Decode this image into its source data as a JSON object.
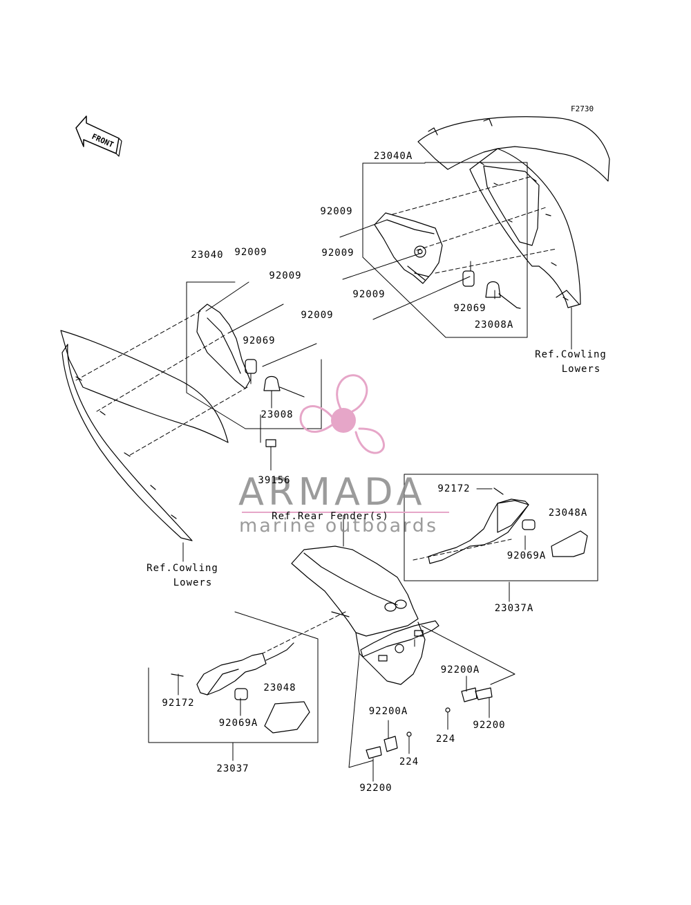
{
  "figure_id": "F2730",
  "front_label": "FRONT",
  "watermark": {
    "name": "ARMADA",
    "subtitle": "marine outboards",
    "accent_color": "#e6a6c8",
    "text_color": "#8a8a8a"
  },
  "parts": {
    "p23040A": "23040A",
    "p92009_ra": "92009",
    "p92009_rb": "92009",
    "p92009_rc": "92009",
    "p92069_r": "92069",
    "p23008A": "23008A",
    "ref_cowling_r1": "Ref.Cowling",
    "ref_cowling_r2": "Lowers",
    "p23040": "23040",
    "p92009_la": "92009",
    "p92009_lb": "92009",
    "p92009_lc": "92009",
    "p92069_l": "92069",
    "p23008": "23008",
    "p39156": "39156",
    "ref_cowling_l1": "Ref.Cowling",
    "ref_cowling_l2": "Lowers",
    "ref_rear_fender": "Ref.Rear Fender(s)",
    "p92172_r": "92172",
    "p23048A": "23048A",
    "p92069A_r": "92069A",
    "p23037A": "23037A",
    "p23048": "23048",
    "p92172_l": "92172",
    "p92069A_l": "92069A",
    "p23037": "23037",
    "p92200A_r": "92200A",
    "p224_r": "224",
    "p92200_r": "92200",
    "p92200A_l": "92200A",
    "p224_l": "224",
    "p92200_l": "92200"
  }
}
